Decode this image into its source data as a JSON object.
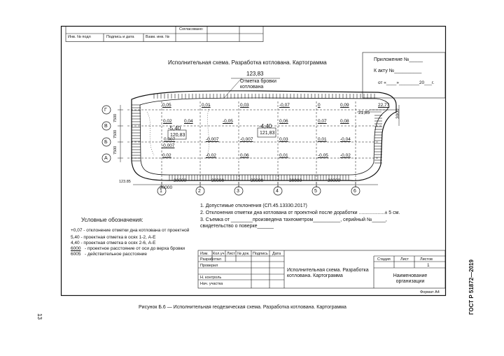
{
  "page_number": "13",
  "standard": "ГОСТ Р 51872—2019",
  "figure_caption": "Рисунок Б.6 — Исполнительная геодезическая схема. Разработка котлована. Картограмма",
  "side_stamp": {
    "inv_no": "Инв. № подл",
    "sign_date": "Подпись и дата",
    "inv_repl": "Взам. инв. №",
    "agreed": "Согласовано:"
  },
  "drawing": {
    "title": "Исполнительная схема. Разработка котлована. Картограмма",
    "appendix": "Приложение №_____",
    "act": "К акту №__________",
    "from_date": "от «____»________20___г.",
    "top_elev": "123,83",
    "brow_note_1": "Отметка бровки",
    "brow_note_2": "котлована",
    "left_elev": "123.85",
    "right_elev": "22,77",
    "right_dim": "21,85",
    "right_height": "3000",
    "row_labels": [
      "Г",
      "В",
      "Б",
      "А"
    ],
    "row_dims": [
      "7500",
      "7500",
      "7500"
    ],
    "col_labels": [
      "1",
      "2",
      "3",
      "4",
      "5",
      "6"
    ],
    "col_dims": [
      "30000",
      "30000",
      "30000",
      "30000",
      "30000"
    ],
    "mid_dim": "30000",
    "point1_dev": "-5,40",
    "point1_elev": "120,83",
    "point2_dev": "-4,40",
    "point2_elev": "121,83",
    "row_G": [
      "0,05",
      "0,01",
      "0,03",
      "-0,07",
      "0",
      "0,09"
    ],
    "row_V": [
      "0,02",
      "0,04",
      "-0,05",
      "0,06",
      "0,07",
      "0,08"
    ],
    "row_B": [
      "-0,007",
      "-0,007",
      "-0,007",
      "0,03",
      "0,01",
      "-0,04"
    ],
    "row_B_extra": "0,007",
    "row_A": [
      "0,02",
      "-0,02",
      "0,06",
      "0,01",
      "-0,05",
      "-0,02"
    ]
  },
  "notes": [
    "1. Допустимые отклонения (СП.45.13330.2017)",
    "2. Отклонения отметки дна котлована от проектной после доработки ...................± 5 см.",
    "3. Съемка от ________произведена тахеометром__________, серийный №_____,",
    "свидетельство о поверке______"
  ],
  "legend": {
    "title": "Условные обозначения:",
    "items": [
      "+0,07 - отклонение отметки дна котлована от проектной",
      "5,40   - проектная отметка в осях 1-2, А-Е",
      "4,40   - проектная отметка в осях 2-6, А-Е",
      "- проектное расстояние от оси до верха бровки",
      "- действительное расстояние"
    ],
    "num_top": "6000",
    "num_bot": "6005"
  },
  "title_block": {
    "headers": [
      "Изм.",
      "Кол.уч",
      "Лист",
      "№ док.",
      "Подпись",
      "Дата"
    ],
    "roles": [
      "Разработал",
      "Проверил",
      "",
      "Н. контроль",
      "Нач. участка"
    ],
    "doc_title": "Исполнительная схема. Разработка котлована. Картограмма",
    "stage": "Стадия",
    "sheet": "Лист",
    "sheets": "Листов",
    "sheets_value": "1",
    "org": "Наименование организации",
    "format": "Формат А4"
  }
}
